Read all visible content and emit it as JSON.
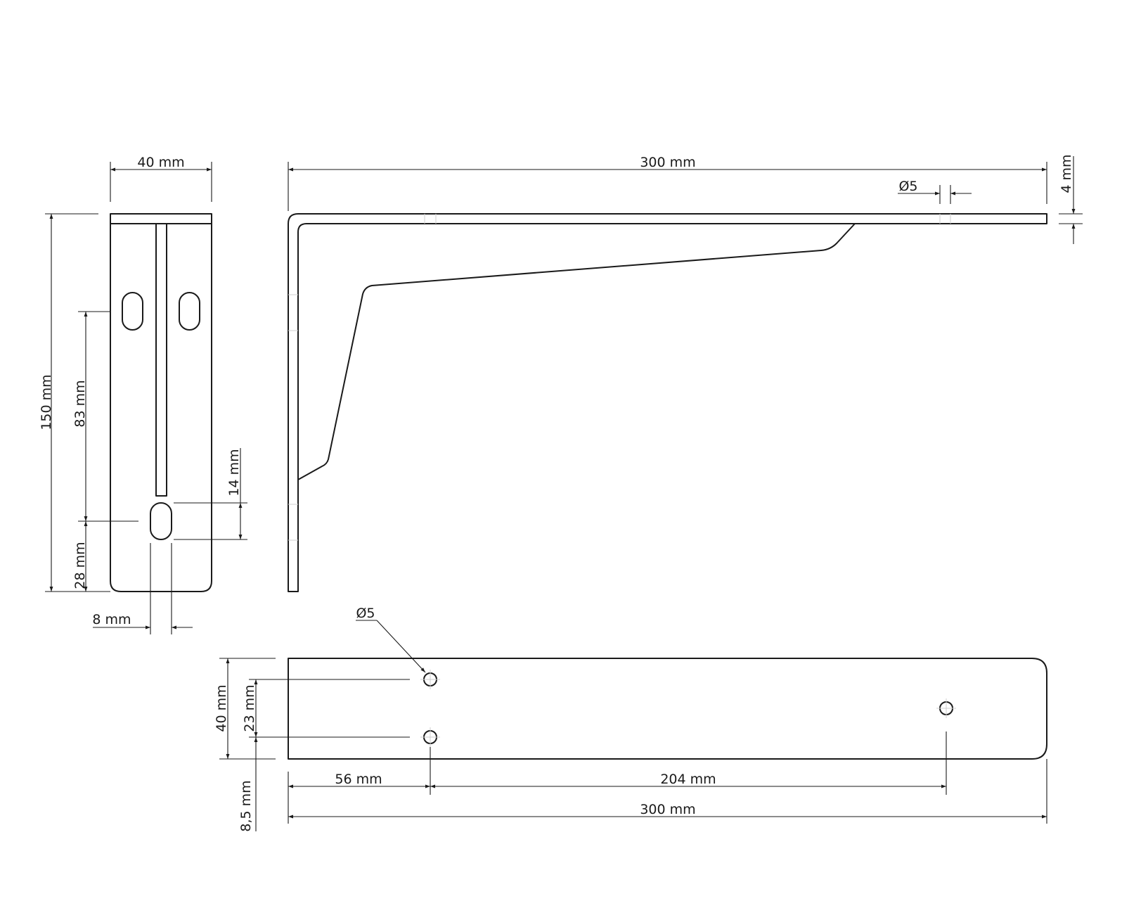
{
  "front_view": {
    "width_label": "40 mm",
    "height_label": "150 mm",
    "slot_center_label": "83 mm",
    "bottom_offset_label": "28 mm",
    "slot_height_label": "14 mm",
    "slot_width_label": "8 mm"
  },
  "side_view": {
    "length_label": "300 mm",
    "hole_diameter_label": "Ø5",
    "thickness_label": "4 mm"
  },
  "top_view": {
    "hole_diameter_label": "Ø5",
    "width_label": "40 mm",
    "hole_spacing_label": "23 mm",
    "edge_offset_label": "8,5 mm",
    "first_hole_label": "56 mm",
    "hole_distance_label": "204 mm",
    "length_label": "300 mm"
  },
  "colors": {
    "line": "#1a1a1a",
    "hidden": "#cfcfcf",
    "background": "#ffffff"
  }
}
